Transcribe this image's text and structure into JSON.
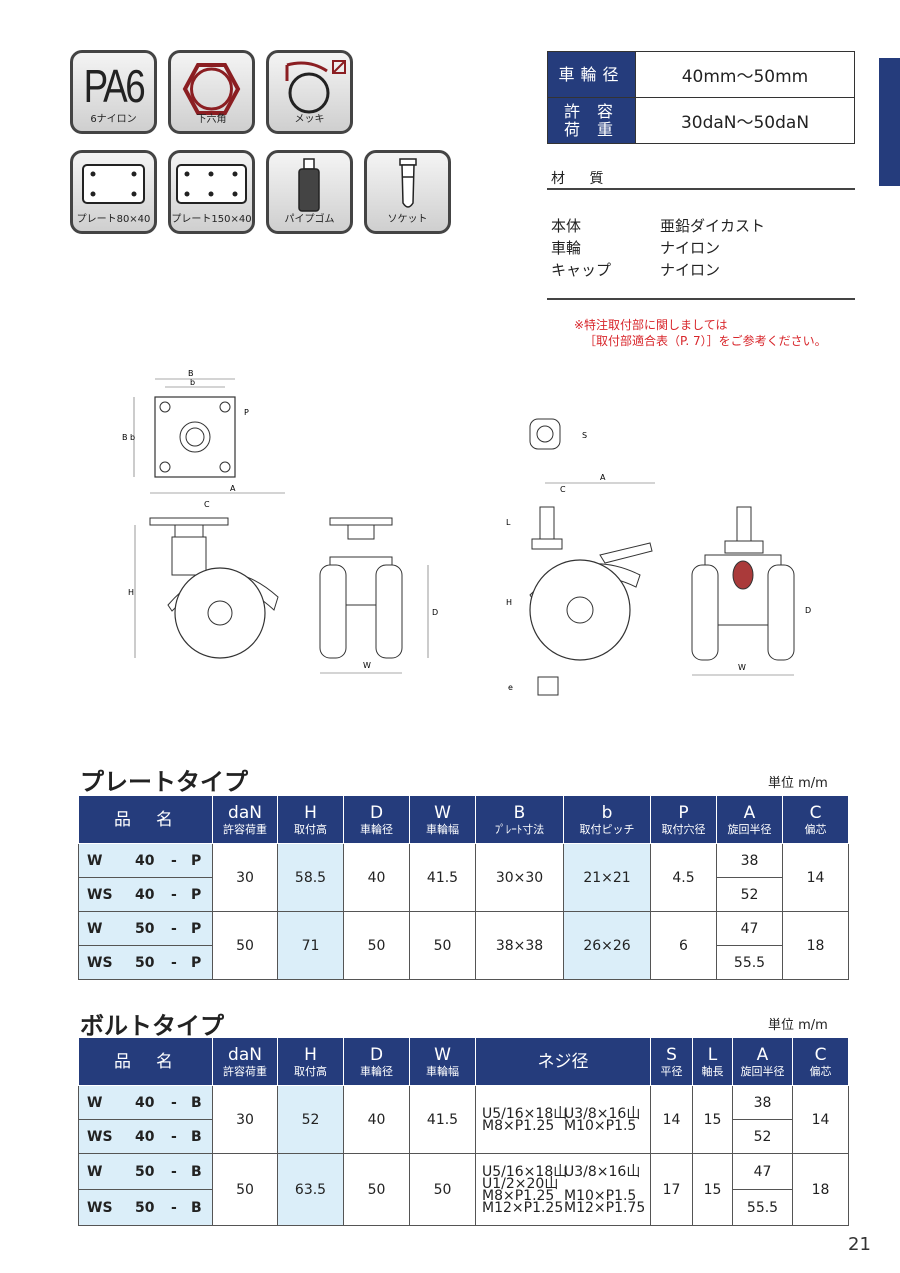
{
  "icons": {
    "pa6_big": "PA6",
    "pa6_caption": "6ナイロン",
    "hex_caption": "下六角",
    "plating_caption": "メッキ",
    "plate80_caption": "プレート80×40",
    "plate150_caption": "プレート150×40",
    "pipe_caption": "パイプゴム",
    "socket_caption": "ソケット"
  },
  "spec": {
    "wheel_dia_label": "車輪径",
    "wheel_dia_value": "40mm〜50mm",
    "load_label_1": "許 容",
    "load_label_2": "荷 重",
    "load_value": "30daN〜50daN"
  },
  "material": {
    "title": "材 質",
    "rows": [
      {
        "part": "本体",
        "mat": "亜鉛ダイカスト"
      },
      {
        "part": "車輪",
        "mat": "ナイロン"
      },
      {
        "part": "キャップ",
        "mat": "ナイロン"
      }
    ]
  },
  "note": {
    "line1": "※特注取付部に関しましては",
    "line2": "［取付部適合表（P. 7）］をご参考ください。"
  },
  "drawing_labels": {
    "B": "B",
    "b": "b",
    "P": "P",
    "Bb": "B b",
    "A": "A",
    "C": "C",
    "H": "H",
    "D": "D",
    "W": "W",
    "S": "S",
    "L": "L",
    "e": "e"
  },
  "plate": {
    "title": "プレートタイプ",
    "unit": "単位 m/m",
    "headers": [
      {
        "big": "品　名",
        "sub": ""
      },
      {
        "big": "daN",
        "sub": "許容荷重"
      },
      {
        "big": "H",
        "sub": "取付高"
      },
      {
        "big": "D",
        "sub": "車輪径"
      },
      {
        "big": "W",
        "sub": "車輪幅"
      },
      {
        "big": "B",
        "sub": "ﾌﾟﾚｰﾄ寸法"
      },
      {
        "big": "b",
        "sub": "取付ピッチ"
      },
      {
        "big": "P",
        "sub": "取付穴径"
      },
      {
        "big": "A",
        "sub": "旋回半径"
      },
      {
        "big": "C",
        "sub": "偏芯"
      }
    ],
    "groups": [
      {
        "names": [
          {
            "s": "W",
            "n": "40",
            "t": "P"
          },
          {
            "s": "WS",
            "n": "40",
            "t": "P"
          }
        ],
        "dan": "30",
        "H": "58.5",
        "D": "40",
        "W": "41.5",
        "B": "30×30",
        "b": "21×21",
        "P": "4.5",
        "A": [
          "38",
          "52"
        ],
        "C": "14"
      },
      {
        "names": [
          {
            "s": "W",
            "n": "50",
            "t": "P"
          },
          {
            "s": "WS",
            "n": "50",
            "t": "P"
          }
        ],
        "dan": "50",
        "H": "71",
        "D": "50",
        "W": "50",
        "B": "38×38",
        "b": "26×26",
        "P": "6",
        "A": [
          "47",
          "55.5"
        ],
        "C": "18"
      }
    ]
  },
  "bolt": {
    "title": "ボルトタイプ",
    "unit": "単位 m/m",
    "headers": [
      {
        "big": "品　名",
        "sub": ""
      },
      {
        "big": "daN",
        "sub": "許容荷重"
      },
      {
        "big": "H",
        "sub": "取付高"
      },
      {
        "big": "D",
        "sub": "車輪径"
      },
      {
        "big": "W",
        "sub": "車輪幅"
      },
      {
        "big": "ネジ径",
        "sub": ""
      },
      {
        "big": "S",
        "sub": "平径"
      },
      {
        "big": "L",
        "sub": "軸長"
      },
      {
        "big": "A",
        "sub": "旋回半径"
      },
      {
        "big": "C",
        "sub": "偏芯"
      }
    ],
    "groups": [
      {
        "names": [
          {
            "s": "W",
            "n": "40",
            "t": "B"
          },
          {
            "s": "WS",
            "n": "40",
            "t": "B"
          }
        ],
        "dan": "30",
        "H": "52",
        "D": "40",
        "W": "41.5",
        "thread": [
          [
            "U5/16×18山",
            "U3/8×16山"
          ],
          [
            "M8×P1.25",
            "M10×P1.5"
          ]
        ],
        "S": "14",
        "L": "15",
        "A": [
          "38",
          "52"
        ],
        "C": "14"
      },
      {
        "names": [
          {
            "s": "W",
            "n": "50",
            "t": "B"
          },
          {
            "s": "WS",
            "n": "50",
            "t": "B"
          }
        ],
        "dan": "50",
        "H": "63.5",
        "D": "50",
        "W": "50",
        "thread": [
          [
            "U5/16×18山",
            "U3/8×16山"
          ],
          [
            "U1/2×20山",
            ""
          ],
          [
            "M8×P1.25",
            "M10×P1.5"
          ],
          [
            "M12×P1.25",
            "M12×P1.75"
          ]
        ],
        "S": "17",
        "L": "15",
        "A": [
          "47",
          "55.5"
        ],
        "C": "18"
      }
    ]
  },
  "page_number": "21",
  "colors": {
    "navy": "#253c7c",
    "light_blue": "#dbeef9",
    "red": "#d8262b"
  }
}
